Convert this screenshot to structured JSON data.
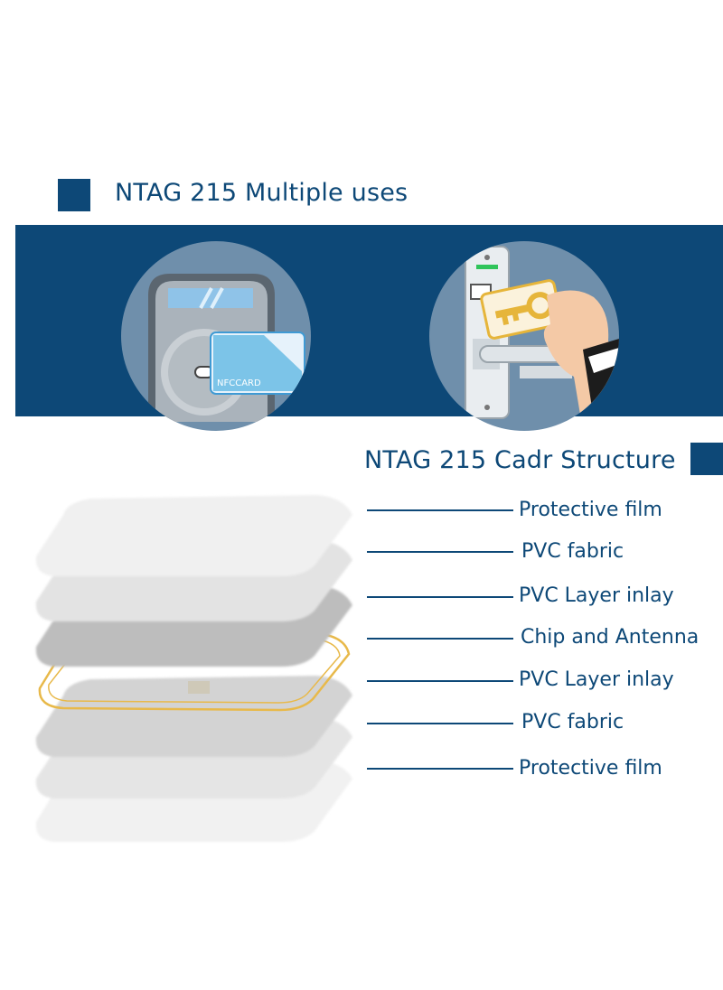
{
  "uses": {
    "title": "NTAG 215 Multiple uses",
    "card_label": "NFCCARD"
  },
  "structure": {
    "title": "NTAG 215 Cadr Structure",
    "layers": [
      "Protective film",
      "PVC fabric",
      "PVC Layer inlay",
      "Chip and Antenna",
      "PVC Layer inlay",
      "PVC fabric",
      "Protective film"
    ]
  },
  "colors": {
    "brand_blue": "#0d4877",
    "antenna_gold": "#e8b94a"
  },
  "icons": [
    "door-reader-icon",
    "nfc-card-icon",
    "door-lock-icon",
    "hand-key-card-icon"
  ]
}
